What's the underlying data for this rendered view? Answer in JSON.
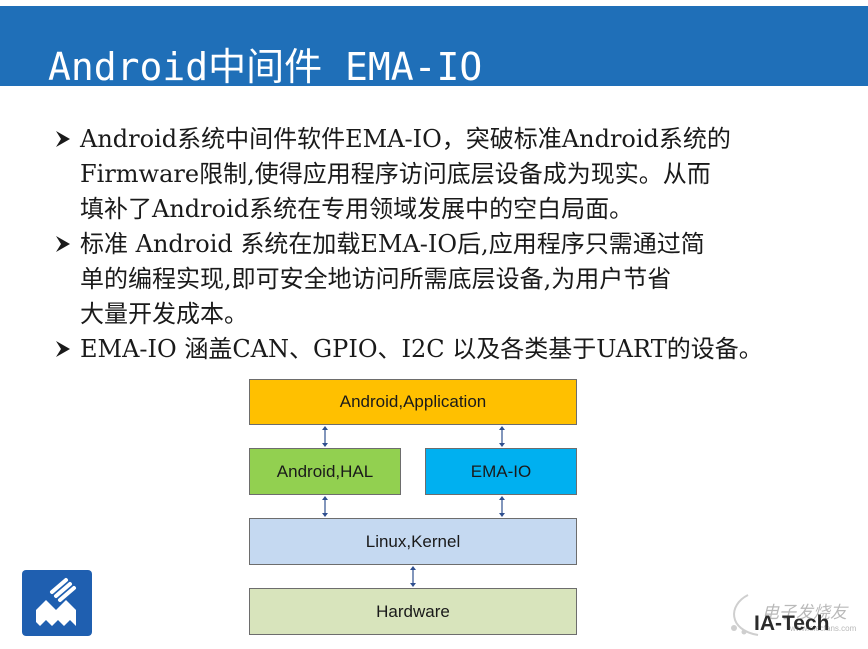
{
  "slide": {
    "title": "Android中间件 EMA-IO"
  },
  "bullets": [
    {
      "lines": [
        "Android系统中间件软件EMA-IO，突破标准Android系统的",
        "Firmware限制,使得应用程序访问底层设备成为现实。从而",
        "填补了Android系统在专用领域发展中的空白局面。"
      ]
    },
    {
      "lines": [
        "标准 Android 系统在加载EMA-IO后,应用程序只需通过简",
        "单的编程实现,即可安全地访问所需底层设备,为用户节省",
        "大量开发成本。"
      ]
    },
    {
      "lines": [
        "EMA-IO 涵盖CAN、GPIO、I2C 以及各类基于UART的设备。"
      ]
    }
  ],
  "diagram": {
    "application": "Android,Application",
    "hal": "Android,HAL",
    "ema": "EMA-IO",
    "kernel": "Linux,Kernel",
    "hardware": "Hardware"
  },
  "brand": {
    "name": "IA-Tech"
  },
  "watermark": {
    "text": "电子发烧友",
    "sub": "www.elecfans.com"
  },
  "colors": {
    "title_bar": "#1f6fb8",
    "application": "#ffc000",
    "hal": "#92d050",
    "ema": "#00b0f0",
    "kernel": "#c5d9f1",
    "hardware": "#d8e4bc",
    "connector": "#2f4f8f"
  }
}
